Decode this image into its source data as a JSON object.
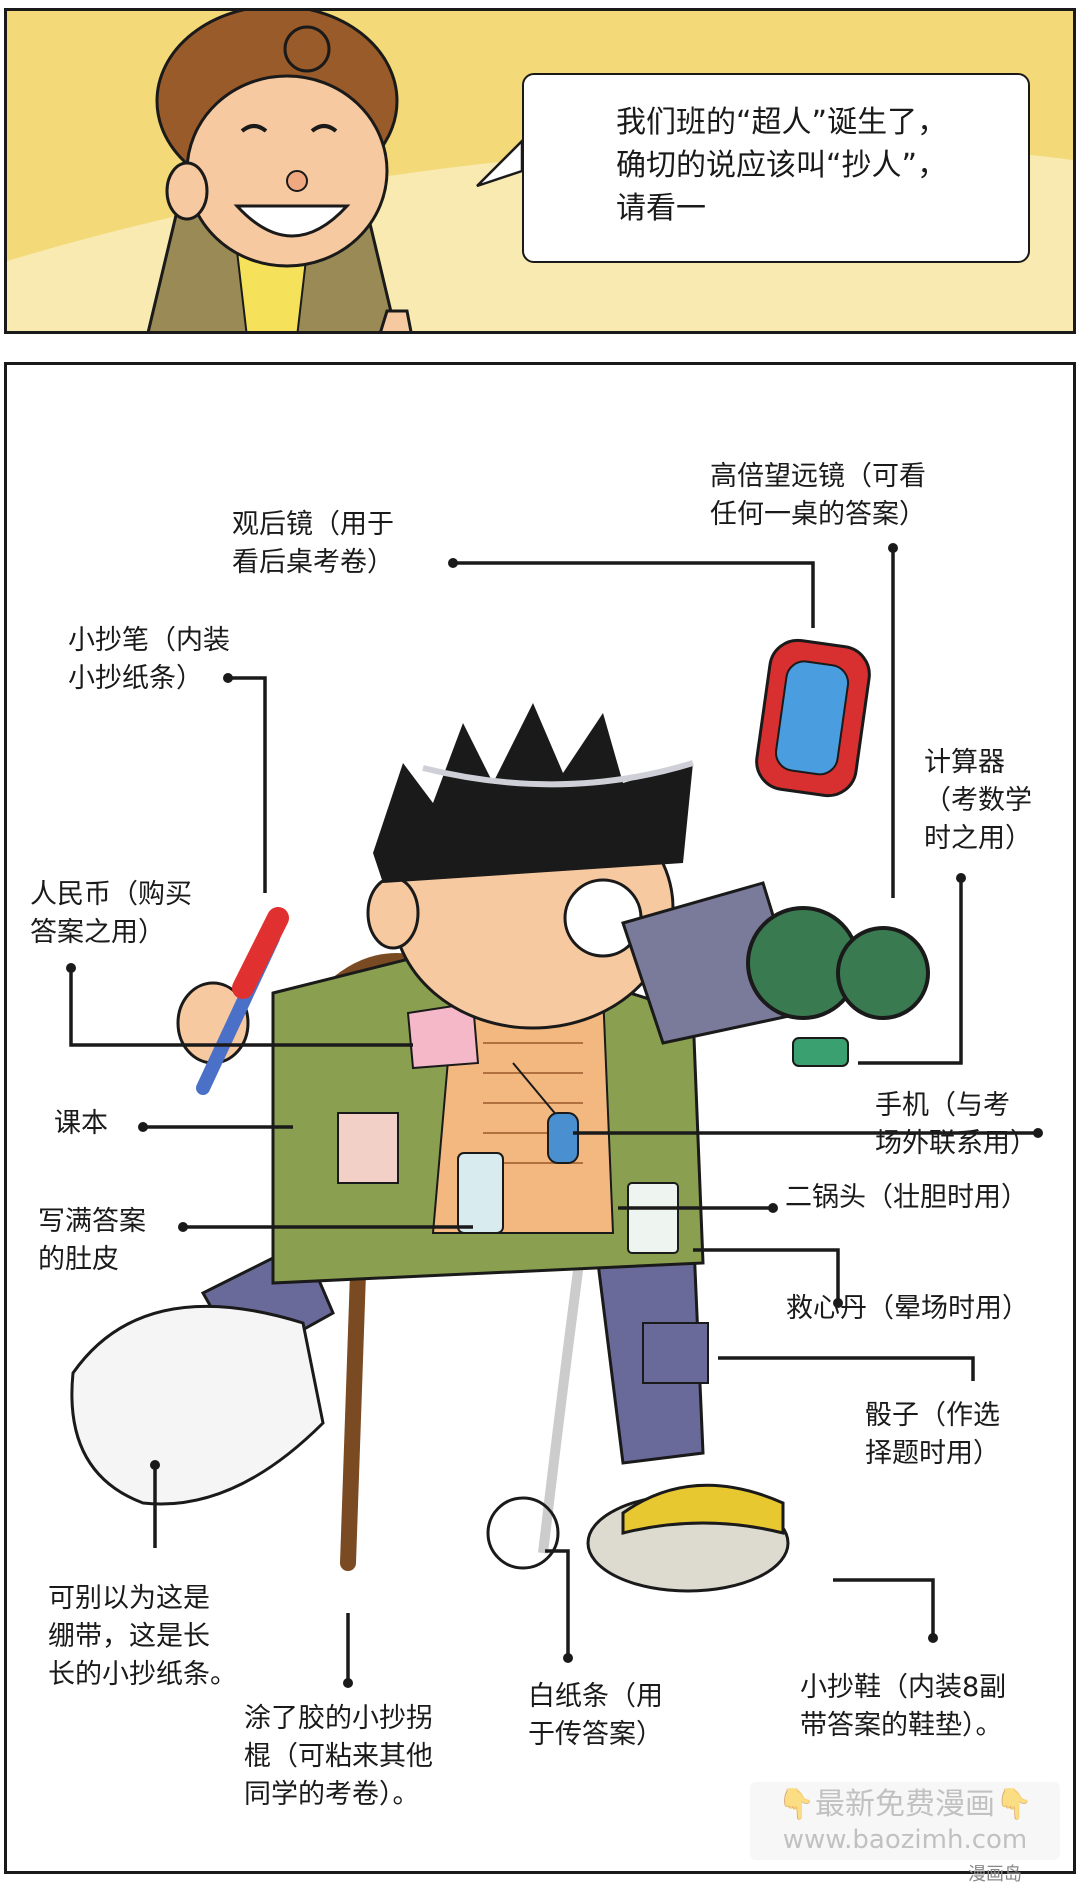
{
  "top_panel": {
    "speech": "我们班的“超人”诞生了，确切的说应该叫“抄人”，请看一"
  },
  "labels": {
    "rearview_mirror": "观后镜（用于\n看后桌考卷）",
    "binoculars": "高倍望远镜（可看\n任何一桌的答案）",
    "pen": "小抄笔（内装\n小抄纸条）",
    "calculator": "计算器\n（考数学\n时之用）",
    "money": "人民币（购买\n答案之用）",
    "textbook": "课本",
    "phone": "手机（与考\n场外联系用）",
    "belly": "写满答案\n的肚皮",
    "liquor": "二锅头（壮胆时用）",
    "pills": "救心丹（晕场时用）",
    "dice": "骰子（作选\n择题时用）",
    "bandage": "可别以为这是\n绷带，这是长\n长的小抄纸条。",
    "cane": "涂了胶的小抄拐\n棍（可粘来其他\n同学的考卷）。",
    "paper_strip": "白纸条（用\n于传答案）",
    "shoes": "小抄鞋（内装8副\n带答案的鞋垫）。"
  },
  "watermark": {
    "line1": "👇最新免费漫画👇",
    "line2": "www.baozimh.com",
    "logo": "漫画岛"
  }
}
